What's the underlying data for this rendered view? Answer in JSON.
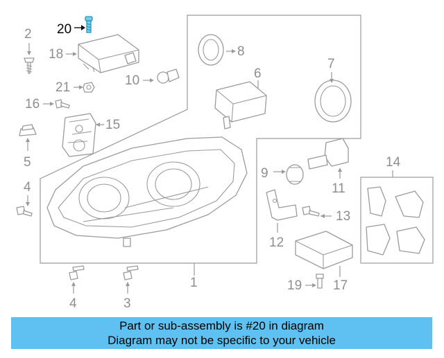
{
  "diagram": {
    "callouts": [
      {
        "id": "c1",
        "label": "1"
      },
      {
        "id": "c2",
        "label": "2"
      },
      {
        "id": "c3",
        "label": "3"
      },
      {
        "id": "c4a",
        "label": "4"
      },
      {
        "id": "c4b",
        "label": "4"
      },
      {
        "id": "c5",
        "label": "5"
      },
      {
        "id": "c6",
        "label": "6"
      },
      {
        "id": "c7",
        "label": "7"
      },
      {
        "id": "c8",
        "label": "8"
      },
      {
        "id": "c9",
        "label": "9"
      },
      {
        "id": "c10",
        "label": "10"
      },
      {
        "id": "c11",
        "label": "11"
      },
      {
        "id": "c12",
        "label": "12"
      },
      {
        "id": "c13",
        "label": "13"
      },
      {
        "id": "c14",
        "label": "14"
      },
      {
        "id": "c15",
        "label": "15"
      },
      {
        "id": "c16",
        "label": "16"
      },
      {
        "id": "c17",
        "label": "17"
      },
      {
        "id": "c18",
        "label": "18"
      },
      {
        "id": "c19",
        "label": "19"
      },
      {
        "id": "c20",
        "label": "20"
      },
      {
        "id": "c21",
        "label": "21"
      }
    ],
    "highlight_label": "20",
    "highlight_color": "#3fa9c8",
    "line_color": "#9a9a9a"
  },
  "banner": {
    "line1": "Part or sub-assembly is #20 in diagram",
    "line2": "Diagram may not be specific to your vehicle",
    "color": "#5fc1f2"
  }
}
